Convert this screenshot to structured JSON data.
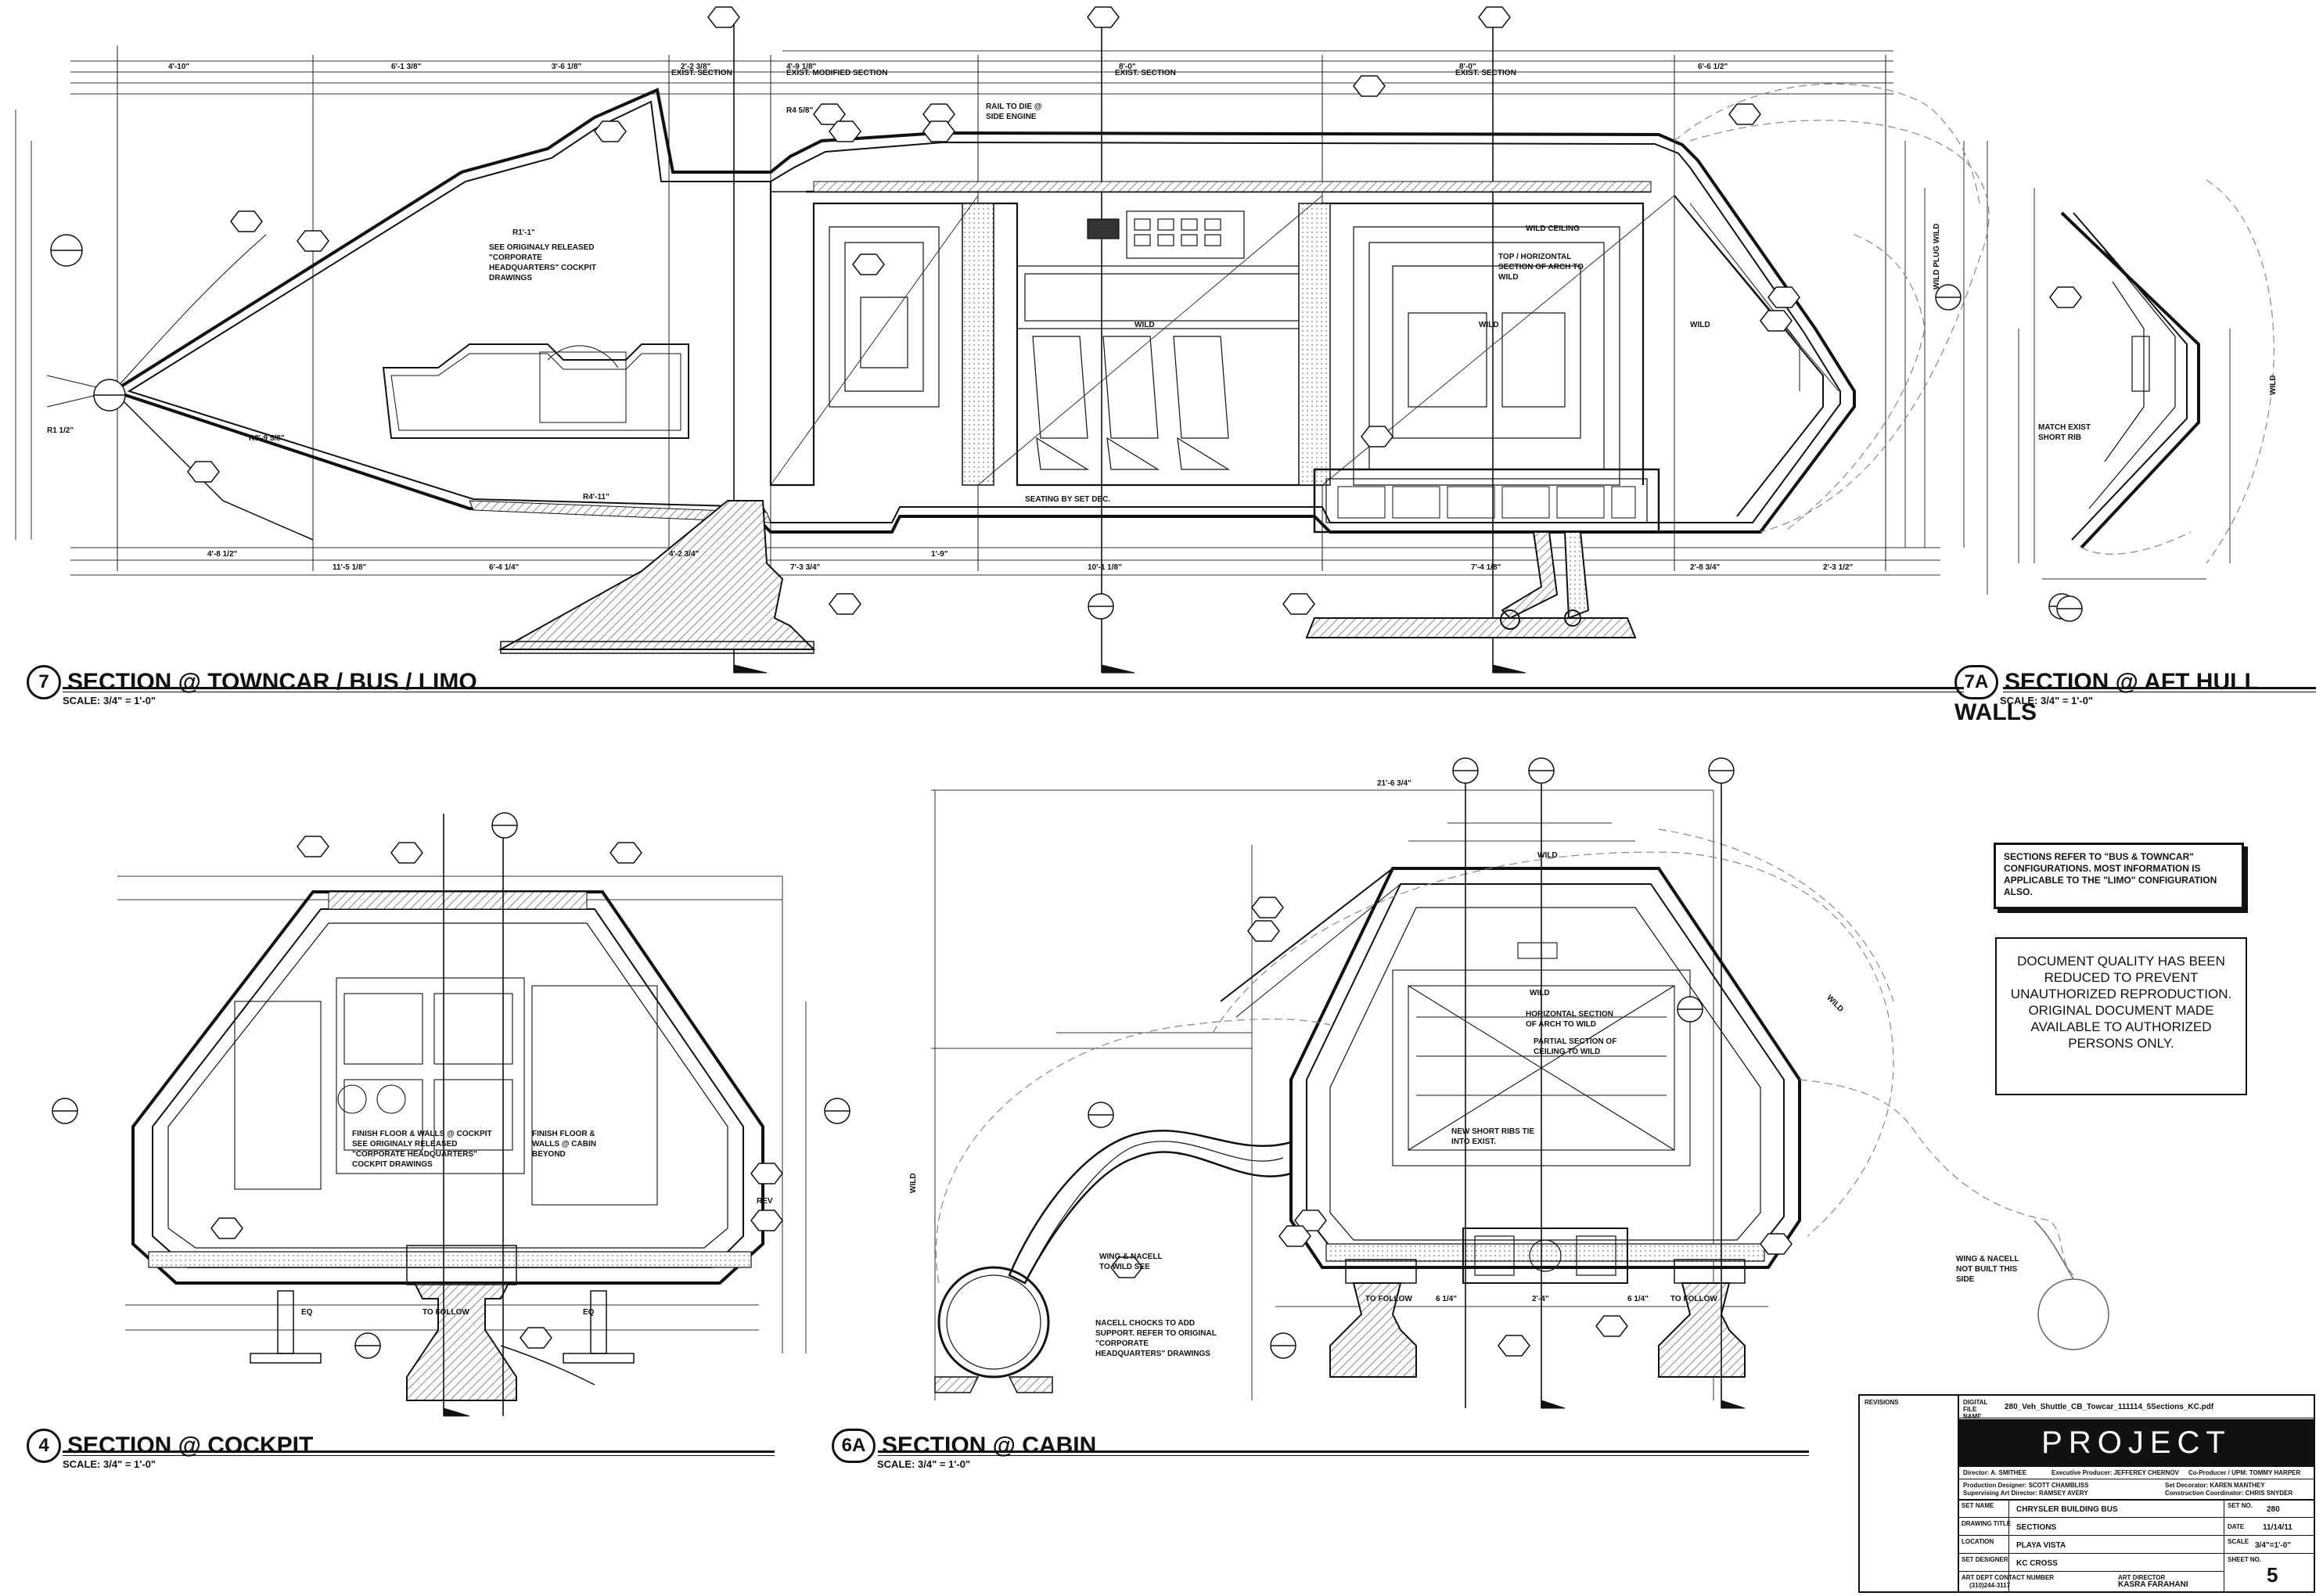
{
  "sections": {
    "towncar": {
      "number": "7",
      "name": "SECTION @ TOWNCAR / BUS / LIMO",
      "scale": "SCALE: 3/4\" = 1'-0\""
    },
    "aft_hull": {
      "number": "7A",
      "name": "SECTION @ AFT HULL WALLS",
      "scale": "SCALE: 3/4\" = 1'-0\""
    },
    "cockpit": {
      "number": "4",
      "name": "SECTION @ COCKPIT",
      "scale": "SCALE: 3/4\" = 1'-0\""
    },
    "cabin": {
      "number": "6A",
      "name": "SECTION @ CABIN",
      "scale": "SCALE: 3/4\" = 1'-0\""
    }
  },
  "notes": {
    "configurations": "SECTIONS REFER TO \"BUS & TOWNCAR\" CONFIGURATIONS. MOST INFORMATION IS APPLICABLE TO THE \"LIMO\" CONFIGURATION ALSO.",
    "quality_lines": [
      "DOCUMENT QUALITY HAS BEEN",
      "REDUCED TO PREVENT",
      "UNAUTHORIZED REPRODUCTION.",
      "ORIGINAL DOCUMENT MADE",
      "AVAILABLE TO AUTHORIZED",
      "PERSONS ONLY."
    ]
  },
  "callouts": {
    "towncar": {
      "originally_released": "SEE ORIGINALY RELEASED \"CORPORATE HEADQUARTERS\" COCKPIT DRAWINGS",
      "seating": "SEATING BY SET DEC.",
      "rail": "RAIL TO DIE @ SIDE ENGINE",
      "wild_ceiling": "WILD CEILING",
      "top_horizontal": "TOP / HORIZONTAL SECTION OF ARCH TO WILD",
      "exist_section": "EXIST. SECTION",
      "exist_modified": "EXIST. MODIFIED SECTION",
      "wild": "WILD",
      "wild_plug": "WILD PLUG WILD",
      "dims_top": [
        "4'-10\"",
        "6'-1 3/8\"",
        "3'-6 1/8\"",
        "2'-2 3/8\"",
        "4'-9 1/8\"",
        "8'-0\"",
        "8'-0\"",
        "6'-6 1/2\""
      ],
      "dims_bottom": [
        "4'-8 1/2\"",
        "11'-5 1/8\"",
        "6'-4 1/4\"",
        "4'-2 3/4\"",
        "7'-3 3/4\"",
        "1'-9\"",
        "10'-1 1/8\"",
        "7'-4 1/8\"",
        "2'-8 3/4\"",
        "2'-3 1/2\""
      ],
      "radii": [
        "R1'-1\"",
        "R1 1/2\"",
        "R3'-9 5/8\"",
        "R4'-11\"",
        "R4 5/8\""
      ]
    },
    "aft_hull": {
      "match_rib": "MATCH EXIST SHORT RIB",
      "wild": "WILD"
    },
    "cockpit": {
      "finish_cockpit": "FINISH FLOOR & WALLS @ COCKPIT SEE ORIGINALY RELEASED \"CORPORATE HEADQUARTERS\" COCKPIT DRAWINGS",
      "finish_cabin": "FINISH FLOOR & WALLS @ CABIN BEYOND",
      "eq": "EQ",
      "to_follow": "TO FOLLOW",
      "rev": "REV"
    },
    "cabin": {
      "wild": "WILD",
      "horizontal_section": "HORIZONTAL SECTION OF ARCH TO WILD",
      "partial_section": "PARTIAL SECTION OF CEILING TO WILD",
      "new_short_ribs": "NEW SHORT RIBS TIE INTO EXIST.",
      "wing_nacell_wild": "WING & NACELL TO WILD SEE",
      "nacell_chocks": "NACELL CHOCKS TO ADD SUPPORT. REFER TO ORIGINAL \"CORPORATE HEADQUARTERS\" DRAWINGS",
      "wing_not_built": "WING & NACELL NOT BUILT THIS SIDE",
      "to_follow": "TO FOLLOW",
      "dim_width": "21'-6 3/4\"",
      "dim_center": "2'-4\"",
      "dim_side": "6 1/4\""
    }
  },
  "title_block": {
    "revisions_label": "REVISIONS",
    "digital_file_label": "DIGITAL FILE NAME",
    "file_name": "280_Veh_Shuttle_CB_Towcar_111114_5Sections_KC.pdf",
    "logo": "PROJECT",
    "director": "Director: A. SMITHEE",
    "exec_producer": "Executive Producer: JEFFEREY CHERNOV",
    "co_producer": "Co-Producer / UPM: TOMMY HARPER",
    "production_designer": "Production Designer: SCOTT CHAMBLISS",
    "set_decorator": "Set Decorator: KAREN MANTHEY",
    "supervising_ad": "Supervising Art Director: RAMSEY AVERY",
    "construction": "Construction Coordinator: CHRIS SNYDER",
    "set_name_label": "SET NAME",
    "set_name": "CHRYSLER BUILDING BUS",
    "set_no_label": "SET NO.",
    "set_no": "280",
    "drawing_title_label": "DRAWING TITLE",
    "drawing_title": "SECTIONS",
    "date_label": "DATE",
    "date": "11/14/11",
    "location_label": "LOCATION",
    "location": "PLAYA VISTA",
    "scale_label": "SCALE",
    "scale": "3/4\"=1'-0\"",
    "set_designer_label": "SET DESIGNER",
    "set_designer": "KC CROSS",
    "contact_label": "ART DEPT CONTACT NUMBER",
    "contact": "(310)244-3117",
    "art_director_label": "ART DIRECTOR",
    "art_director": "KASRA FARAHANI",
    "sheet_label": "SHEET NO.",
    "sheet_no": "5"
  }
}
